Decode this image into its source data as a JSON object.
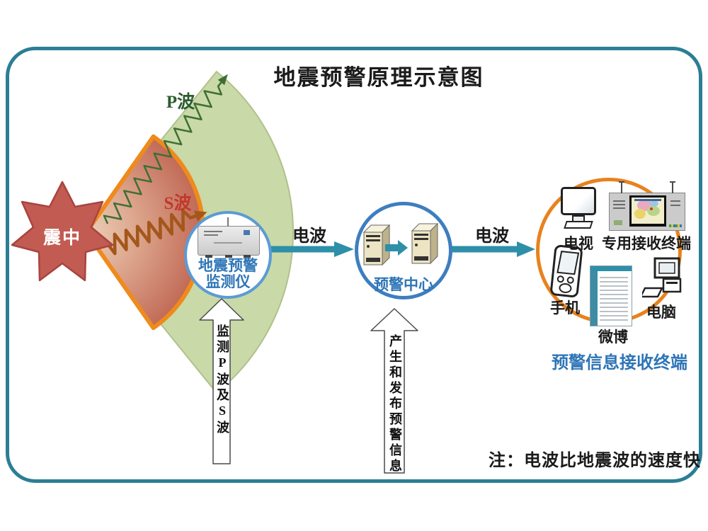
{
  "title": "地震预警原理示意图",
  "epicenter": {
    "label": "震中"
  },
  "waves": {
    "p_label": "P波",
    "s_label": "S波"
  },
  "monitor": {
    "line1": "地震预警",
    "line2": "监测仪"
  },
  "links": {
    "radio1": "电波",
    "radio2": "电波"
  },
  "warning_center": {
    "label": "预警中心"
  },
  "receivers": {
    "tv": "电视",
    "terminal": "专用接收终端",
    "phone": "手机",
    "weibo": "微博",
    "computer": "电脑",
    "caption": "预警信息接收终端"
  },
  "process": {
    "monitor_arrow": "监测P波及S波",
    "publish_arrow": "产生和发布预警信息"
  },
  "note": "注：电波比地震波的速度快",
  "colors": {
    "frame_teal": "#2b7e95",
    "radio_arrow_teal": "#2e8fa8",
    "p_wave_green": "#3f6e35",
    "s_wave_orange": "#a3571a",
    "s_zone_border_orange": "#ef8a1c",
    "epicenter_red": "#c25b52",
    "info_blue": "#2e75b6",
    "p_zone_green": "#c9d9a8",
    "receiver_circle_orange": "#e8821e"
  }
}
